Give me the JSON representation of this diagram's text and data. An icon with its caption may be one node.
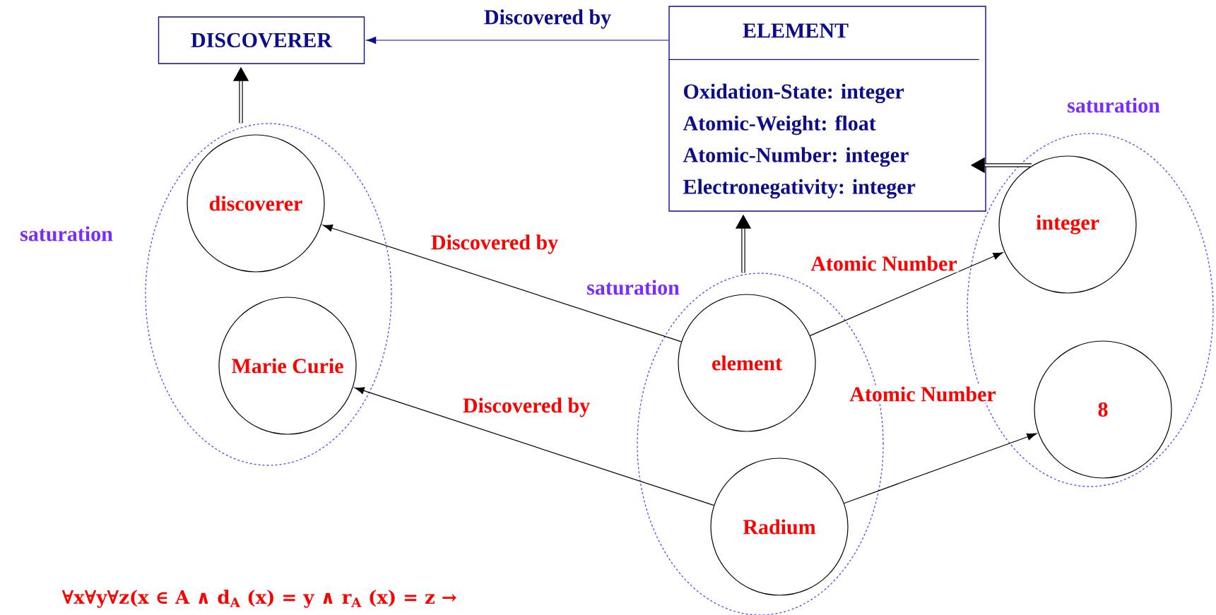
{
  "diagram": {
    "nodes": [
      {
        "text": [
          "DISCOVERER"
        ]
      },
      {
        "text": [
          "ELEMENT",
          "Oxidation-State: integer",
          "Atomic-Weight: float",
          "Atomic-Number: integer",
          "Electronegativity: integer"
        ]
      },
      {
        "text": [],
        "shape": "ellipse",
        "beside": [
          "saturation"
        ]
      },
      {
        "text": [
          "discoverer"
        ],
        "in": 2
      },
      {
        "text": [
          "Marie Curie"
        ],
        "in": 2
      },
      {
        "text": [],
        "shape": "ellipse",
        "beside": [
          "saturation"
        ]
      },
      {
        "text": [
          "element"
        ],
        "in": 5
      },
      {
        "text": [
          "Radium"
        ],
        "in": 5
      },
      {
        "text": [],
        "shape": "ellipse",
        "beside": [
          "saturation"
        ]
      },
      {
        "text": [
          "integer"
        ],
        "in": 8
      },
      {
        "text": [
          "8"
        ],
        "in": 8
      }
    ],
    "edges": [
      {
        "from": 1,
        "to": 0,
        "arrow": "to",
        "label": "Discovered by",
        "color": "#0d0d8c"
      },
      {
        "from": 2,
        "to": 0,
        "arrow": "to",
        "style": "thick"
      },
      {
        "from": 5,
        "to": 1,
        "arrow": "to",
        "style": "thick"
      },
      {
        "from": 8,
        "to": 1,
        "arrow": "to",
        "style": "thick"
      },
      {
        "from": 6,
        "to": 3,
        "arrow": "to",
        "label": "Discovered by"
      },
      {
        "from": 7,
        "to": 4,
        "arrow": "to",
        "label": "Discovered by"
      },
      {
        "from": 6,
        "to": 9,
        "arrow": "to",
        "label": "Atomic Number"
      },
      {
        "from": 7,
        "to": 10,
        "arrow": "to",
        "label": "Atomic Number"
      }
    ],
    "labels": [
      "∀x∀y∀z(x ∈ A ∧ d$_{A}$ (x) = y ∧ r$_{A}$ (x) = z →"
    ]
  }
}
